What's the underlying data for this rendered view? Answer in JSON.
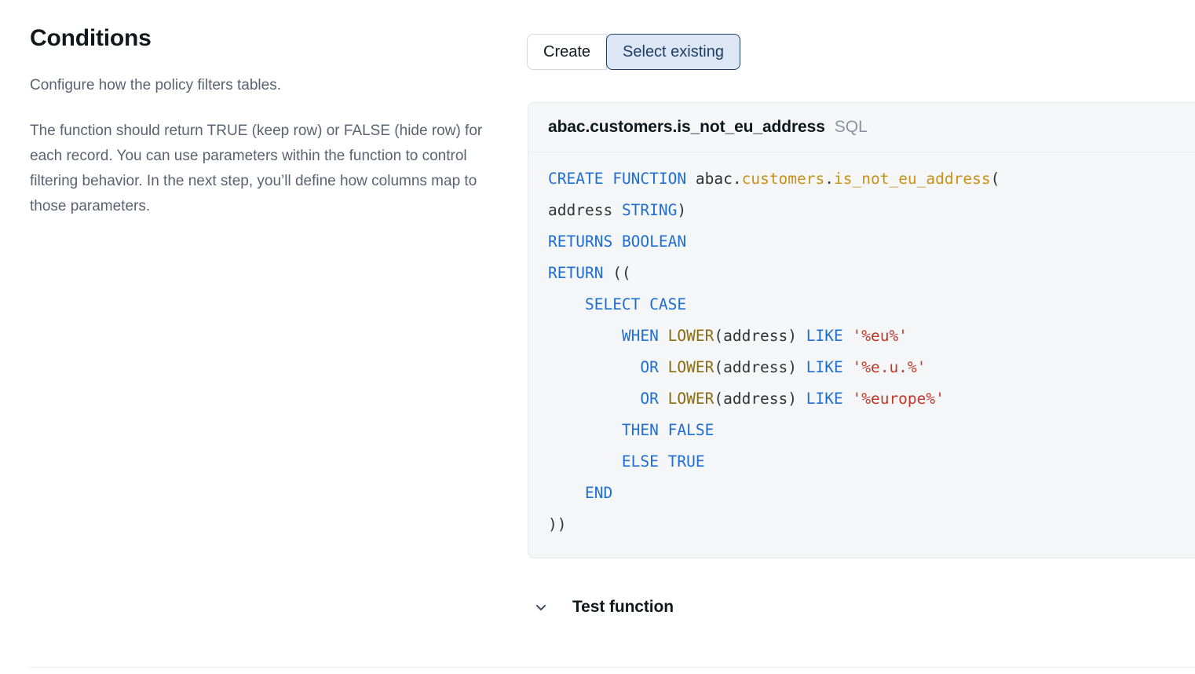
{
  "left_panel": {
    "title": "Conditions",
    "paragraphs": [
      "Configure how the policy filters tables.",
      "The function should return TRUE (keep row) or FALSE (hide row) for each record. You can use parameters within the function to control filtering behavior. In the next step, you’ll define how columns map to those parameters."
    ]
  },
  "segmented_control": {
    "options": [
      {
        "label": "Create",
        "selected": false
      },
      {
        "label": "Select existing",
        "selected": true
      }
    ],
    "selected_value": "Select existing"
  },
  "code_card": {
    "header": {
      "title": "abac.customers.is_not_eu_address",
      "language": "SQL"
    },
    "lines": [
      [
        {
          "text": "CREATE",
          "type": "keyword"
        },
        {
          "text": " ",
          "type": "plain"
        },
        {
          "text": "FUNCTION",
          "type": "keyword"
        },
        {
          "text": " ",
          "type": "plain"
        },
        {
          "text": "abac",
          "type": "identifier"
        },
        {
          "text": ".",
          "type": "punctuation"
        },
        {
          "text": "customers",
          "type": "name"
        },
        {
          "text": ".",
          "type": "punctuation"
        },
        {
          "text": "is_not_eu_address",
          "type": "name"
        },
        {
          "text": "(",
          "type": "punctuation"
        }
      ],
      [
        {
          "text": "address",
          "type": "identifier"
        },
        {
          "text": " ",
          "type": "plain"
        },
        {
          "text": "STRING",
          "type": "keyword"
        },
        {
          "text": ")",
          "type": "punctuation"
        }
      ],
      [
        {
          "text": "RETURNS",
          "type": "keyword"
        },
        {
          "text": " ",
          "type": "plain"
        },
        {
          "text": "BOOLEAN",
          "type": "keyword"
        }
      ],
      [
        {
          "text": "RETURN",
          "type": "keyword"
        },
        {
          "text": " ((",
          "type": "punctuation"
        }
      ],
      [
        {
          "text": "    ",
          "type": "plain"
        },
        {
          "text": "SELECT",
          "type": "keyword"
        },
        {
          "text": " ",
          "type": "plain"
        },
        {
          "text": "CASE",
          "type": "keyword"
        }
      ],
      [
        {
          "text": "        ",
          "type": "plain"
        },
        {
          "text": "WHEN",
          "type": "keyword"
        },
        {
          "text": " ",
          "type": "plain"
        },
        {
          "text": "LOWER",
          "type": "function"
        },
        {
          "text": "(",
          "type": "punctuation"
        },
        {
          "text": "address",
          "type": "identifier"
        },
        {
          "text": ") ",
          "type": "punctuation"
        },
        {
          "text": "LIKE",
          "type": "keyword"
        },
        {
          "text": " ",
          "type": "plain"
        },
        {
          "text": "'%eu%'",
          "type": "string"
        }
      ],
      [
        {
          "text": "          ",
          "type": "plain"
        },
        {
          "text": "OR",
          "type": "keyword"
        },
        {
          "text": " ",
          "type": "plain"
        },
        {
          "text": "LOWER",
          "type": "function"
        },
        {
          "text": "(",
          "type": "punctuation"
        },
        {
          "text": "address",
          "type": "identifier"
        },
        {
          "text": ") ",
          "type": "punctuation"
        },
        {
          "text": "LIKE",
          "type": "keyword"
        },
        {
          "text": " ",
          "type": "plain"
        },
        {
          "text": "'%e.u.%'",
          "type": "string"
        }
      ],
      [
        {
          "text": "          ",
          "type": "plain"
        },
        {
          "text": "OR",
          "type": "keyword"
        },
        {
          "text": " ",
          "type": "plain"
        },
        {
          "text": "LOWER",
          "type": "function"
        },
        {
          "text": "(",
          "type": "punctuation"
        },
        {
          "text": "address",
          "type": "identifier"
        },
        {
          "text": ") ",
          "type": "punctuation"
        },
        {
          "text": "LIKE",
          "type": "keyword"
        },
        {
          "text": " ",
          "type": "plain"
        },
        {
          "text": "'%europe%'",
          "type": "string"
        }
      ],
      [
        {
          "text": "        ",
          "type": "plain"
        },
        {
          "text": "THEN",
          "type": "keyword"
        },
        {
          "text": " ",
          "type": "plain"
        },
        {
          "text": "FALSE",
          "type": "keyword"
        }
      ],
      [
        {
          "text": "        ",
          "type": "plain"
        },
        {
          "text": "ELSE",
          "type": "keyword"
        },
        {
          "text": " ",
          "type": "plain"
        },
        {
          "text": "TRUE",
          "type": "keyword"
        }
      ],
      [
        {
          "text": "    ",
          "type": "plain"
        },
        {
          "text": "END",
          "type": "keyword"
        }
      ],
      [
        {
          "text": "))",
          "type": "punctuation"
        }
      ]
    ]
  },
  "test_function": {
    "label": "Test function",
    "expanded": false,
    "icon": "chevron-down-icon"
  },
  "colors": {
    "keyword": "#1e6fd0",
    "function": "#8a6d12",
    "name": "#c8921a",
    "string": "#c0392b",
    "identifier": "#333333",
    "code_background": "#f5f6f8",
    "accent_selected": "#dce6f5",
    "accent_selected_border": "#1f3d63",
    "body_text": "#5a6270",
    "heading_text": "#11181c"
  }
}
